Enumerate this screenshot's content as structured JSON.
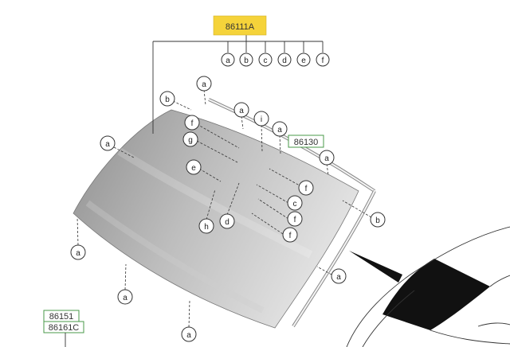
{
  "parts": {
    "main": "86111A",
    "molding": "86130",
    "lower_1": "86151",
    "lower_2": "86161C"
  },
  "top_row": [
    "a",
    "b",
    "c",
    "d",
    "e",
    "f"
  ],
  "callouts": [
    {
      "id": "c1",
      "label": "a"
    },
    {
      "id": "c2",
      "label": "b"
    },
    {
      "id": "c3",
      "label": "a"
    },
    {
      "id": "c4",
      "label": "i"
    },
    {
      "id": "c5",
      "label": "a"
    },
    {
      "id": "c6",
      "label": "a"
    },
    {
      "id": "c7",
      "label": "a"
    },
    {
      "id": "c8",
      "label": "f"
    },
    {
      "id": "c9",
      "label": "g"
    },
    {
      "id": "c10",
      "label": "e"
    },
    {
      "id": "c11",
      "label": "f"
    },
    {
      "id": "c12",
      "label": "c"
    },
    {
      "id": "c13",
      "label": "f"
    },
    {
      "id": "c14",
      "label": "f"
    },
    {
      "id": "c15",
      "label": "h"
    },
    {
      "id": "c16",
      "label": "d"
    },
    {
      "id": "c17",
      "label": "b"
    },
    {
      "id": "c18",
      "label": "a"
    },
    {
      "id": "c19",
      "label": "a"
    },
    {
      "id": "c20",
      "label": "a"
    },
    {
      "id": "c21",
      "label": "a"
    },
    {
      "id": "c22",
      "label": "a"
    }
  ],
  "colors": {
    "highlight": "#f5d33a",
    "box_green": "#4a9a4a",
    "glass_dark": "#9a9a9a",
    "glass_light": "#dadada"
  }
}
